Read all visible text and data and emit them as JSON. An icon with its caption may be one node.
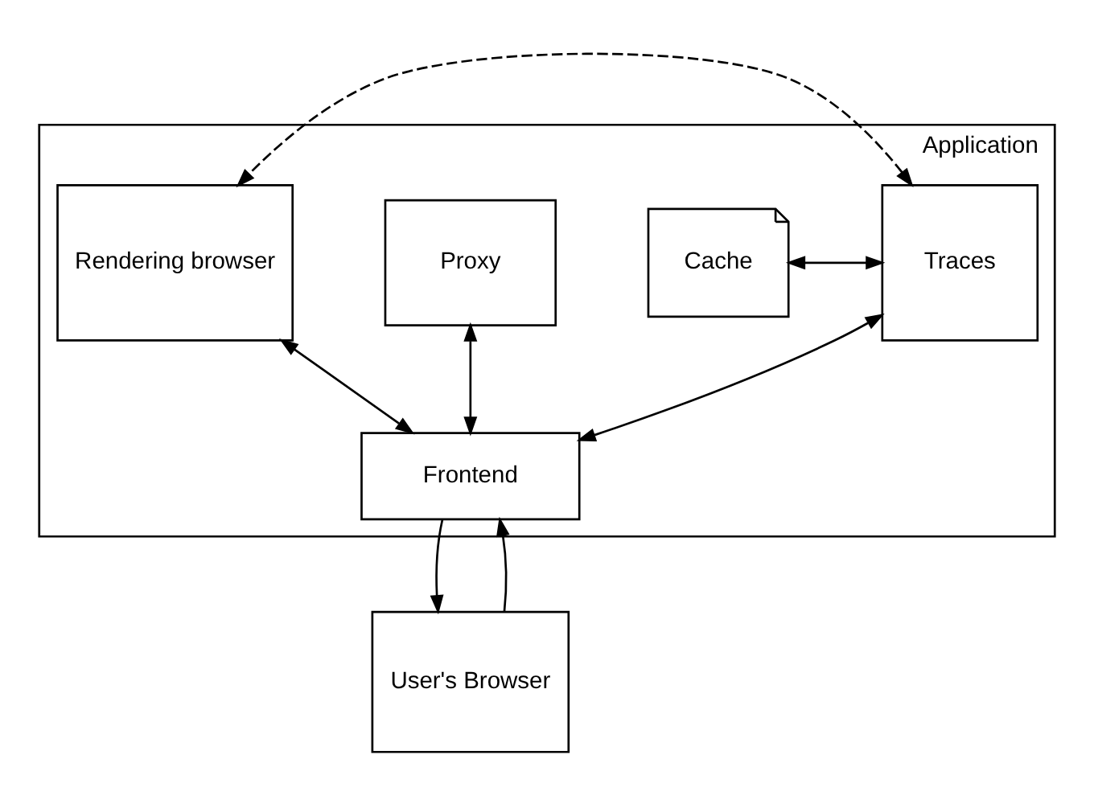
{
  "diagram": {
    "nodes": [
      {
        "text": [
          "Application"
        ]
      },
      {
        "text": [
          "Cache"
        ],
        "in": 0
      },
      {
        "text": [
          "Traces"
        ],
        "in": 0
      },
      {
        "text": [
          "Proxy"
        ],
        "in": 0
      },
      {
        "text": [
          "Rendering browser"
        ],
        "in": 0
      },
      {
        "text": [
          "Frontend"
        ],
        "in": 0
      },
      {
        "text": [
          "User's Browser"
        ]
      }
    ],
    "edges": [
      {
        "from": 1,
        "to": 2,
        "arrow": "both"
      },
      {
        "from": 2,
        "to": 4,
        "arrow": "both",
        "style": "dashed"
      },
      {
        "from": 2,
        "to": 5,
        "arrow": "both"
      },
      {
        "from": 3,
        "to": 5,
        "arrow": "both"
      },
      {
        "from": 4,
        "to": 5,
        "arrow": "both"
      },
      {
        "from": 6,
        "to": 5,
        "arrow": "to"
      },
      {
        "from": 5,
        "to": 6,
        "arrow": "to"
      }
    ]
  }
}
